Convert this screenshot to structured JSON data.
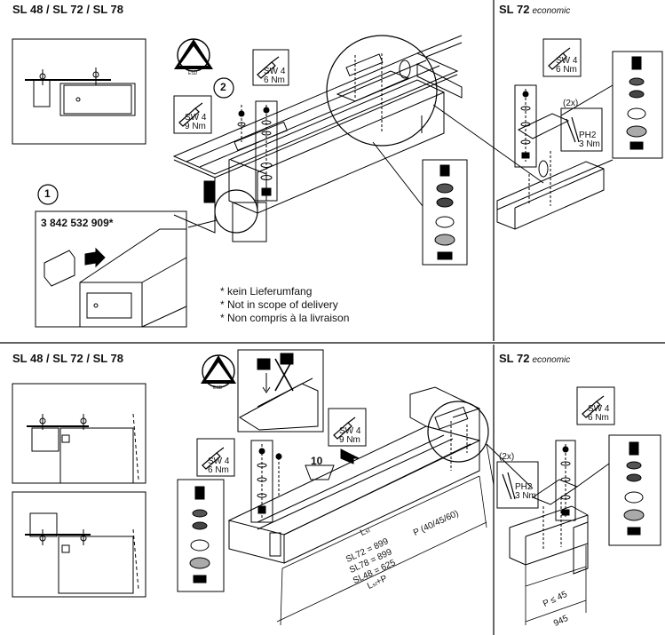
{
  "sections": {
    "top_left_title": "SL 48 / SL 72 / SL 78",
    "top_right_title": "SL 72",
    "top_right_sub": "economic",
    "bottom_left_title": "SL 48 / SL 72 / SL 78",
    "bottom_right_title": "SL 72",
    "bottom_right_sub": "economic"
  },
  "steps": {
    "one": "1",
    "two": "2",
    "ten": "10"
  },
  "part_number": "3 842 532 909*",
  "notes": [
    "* kein Lieferumfang",
    "* Not in scope of delivery",
    "* Non compris à la livraison"
  ],
  "esd": "ESD",
  "tools": {
    "sw4_9": [
      "SW 4",
      "9 Nm"
    ],
    "sw4_6": [
      "SW 4",
      "6 Nm"
    ],
    "ph2_3": [
      "PH2",
      "3 Nm"
    ],
    "count": "(2x)"
  },
  "dimensions": {
    "lsl": "Lₛₗ",
    "sl72": "SL72 = 899",
    "sl78": "SL78 = 899",
    "sl48": "SL48 = 625",
    "lslp": "Lₛₗ+P",
    "p": "P (40/45/60)",
    "p_le": "P ≤ 45",
    "d945": "945"
  }
}
